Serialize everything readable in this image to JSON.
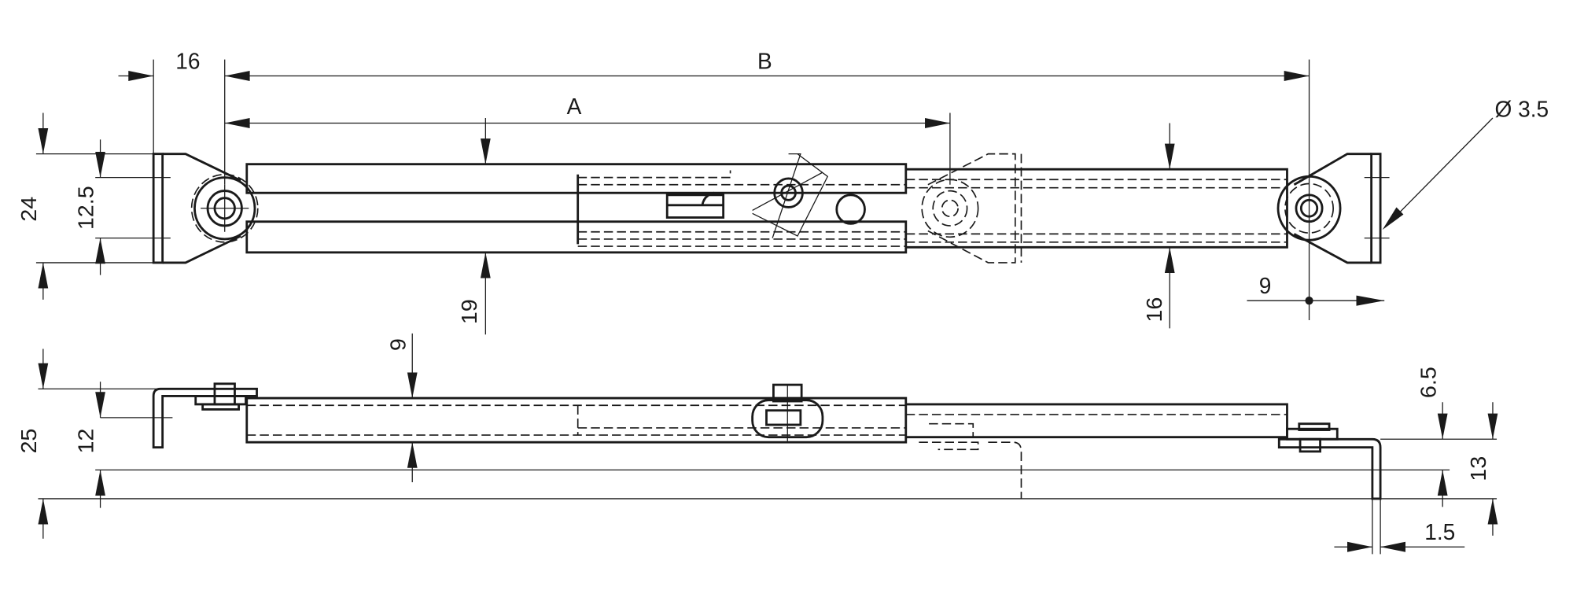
{
  "drawing": {
    "top_view": {
      "dim_16_width": "16",
      "dim_B": "B",
      "dim_A": "A",
      "dim_24": "24",
      "dim_12_5": "12.5",
      "dim_19": "19",
      "dim_16_height": "16",
      "dim_9": "9",
      "dim_diameter": "Ø 3.5"
    },
    "side_view": {
      "dim_9": "9",
      "dim_25": "25",
      "dim_12": "12",
      "dim_6_5": "6.5",
      "dim_13": "13",
      "dim_1_5": "1.5"
    }
  }
}
